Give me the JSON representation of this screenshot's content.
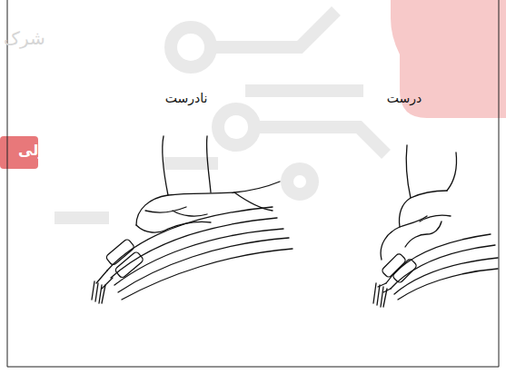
{
  "diagram": {
    "labels": [
      "نادرست",
      "درست",
      "شرک",
      "اولی"
    ]
  }
}
